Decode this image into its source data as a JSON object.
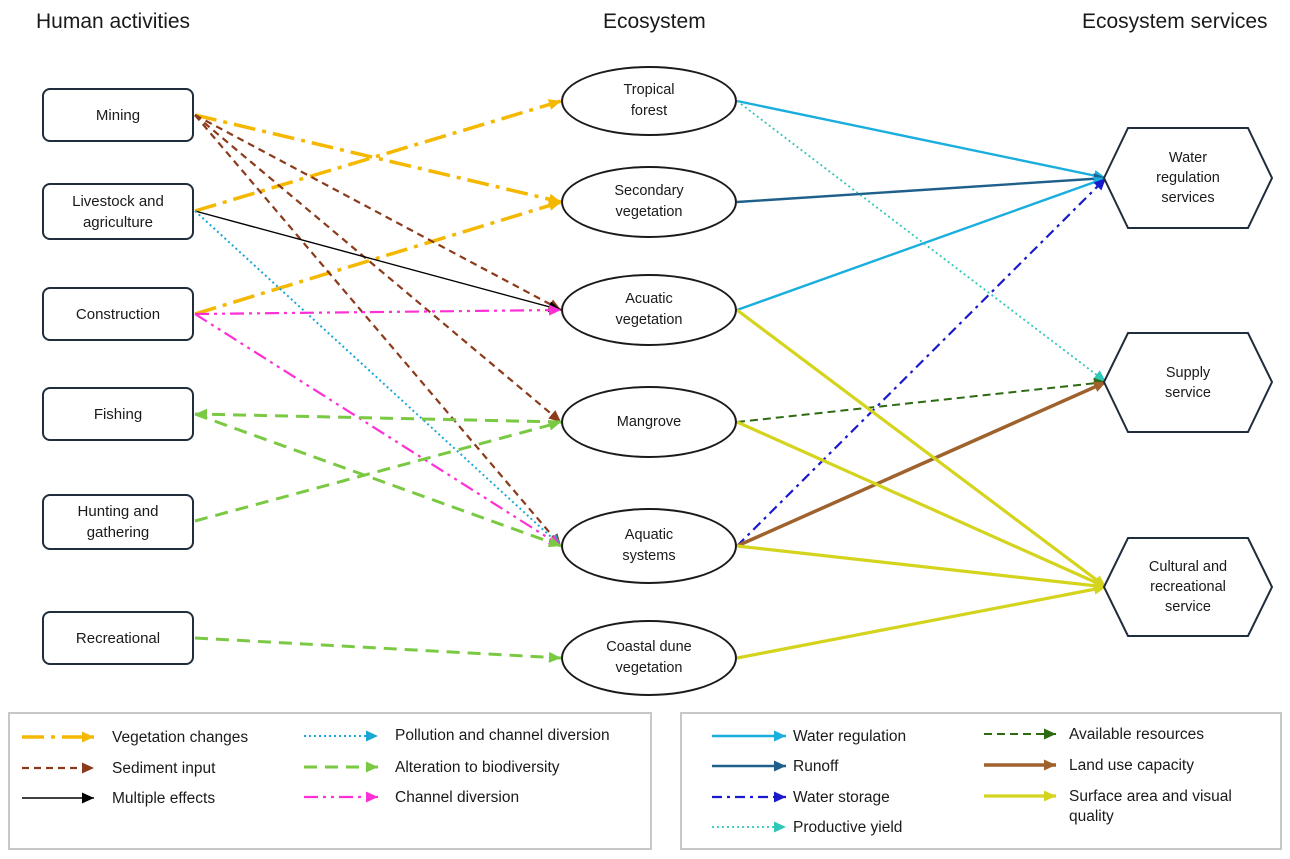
{
  "columns": {
    "left": "Human activities",
    "middle": "Ecosystem",
    "right": "Ecosystem services"
  },
  "activities": [
    {
      "id": "mining",
      "label": "Mining"
    },
    {
      "id": "livestock",
      "label": "Livestock and\nagriculture"
    },
    {
      "id": "construction",
      "label": "Construction"
    },
    {
      "id": "fishing",
      "label": "Fishing"
    },
    {
      "id": "hunting",
      "label": "Hunting and\ngathering"
    },
    {
      "id": "recreational",
      "label": "Recreational"
    }
  ],
  "ecosystems": [
    {
      "id": "tropical",
      "label": "Tropical\nforest"
    },
    {
      "id": "secondary",
      "label": "Secondary\nvegetation"
    },
    {
      "id": "acuatic",
      "label": "Acuatic\nvegetation"
    },
    {
      "id": "mangrove",
      "label": "Mangrove"
    },
    {
      "id": "aquatic_sys",
      "label": "Aquatic\nsystems"
    },
    {
      "id": "dune",
      "label": "Coastal dune\nvegetation"
    }
  ],
  "services": [
    {
      "id": "water",
      "label": "Water\nregulation\nservices"
    },
    {
      "id": "supply",
      "label": "Supply\nservice"
    },
    {
      "id": "cultural",
      "label": "Cultural and\nrecreational\nservice"
    }
  ],
  "legend_left": [
    {
      "label": "Vegetation changes",
      "style": "vegetation"
    },
    {
      "label": "Sediment input",
      "style": "sediment"
    },
    {
      "label": "Multiple effects",
      "style": "multiple"
    },
    {
      "label": "Pollution and channel diversion",
      "style": "pollution"
    },
    {
      "label": "Alteration to biodiversity",
      "style": "biodiv"
    },
    {
      "label": "Channel diversion",
      "style": "channel"
    }
  ],
  "legend_right": [
    {
      "label": "Water regulation",
      "style": "waterreg"
    },
    {
      "label": "Runoff",
      "style": "runoff"
    },
    {
      "label": "Water storage",
      "style": "storage"
    },
    {
      "label": "Productive yield",
      "style": "yield"
    },
    {
      "label": "Available resources",
      "style": "resources"
    },
    {
      "label": "Land use capacity",
      "style": "landuse"
    },
    {
      "label": "Surface area and visual quality",
      "style": "surface"
    }
  ],
  "colors": {
    "vegetation": "#f5b800",
    "sediment": "#8b3a1a",
    "multiple": "#000000",
    "pollution": "#1aa7d6",
    "biodiv": "#7ac943",
    "channel": "#ff2fd6",
    "waterreg": "#1aaedf",
    "runoff": "#1f5f8b",
    "storage": "#1a1acd",
    "yield": "#2ec7b8",
    "resources": "#2d6a12",
    "landuse": "#a0622d",
    "surface": "#d4d41f"
  }
}
